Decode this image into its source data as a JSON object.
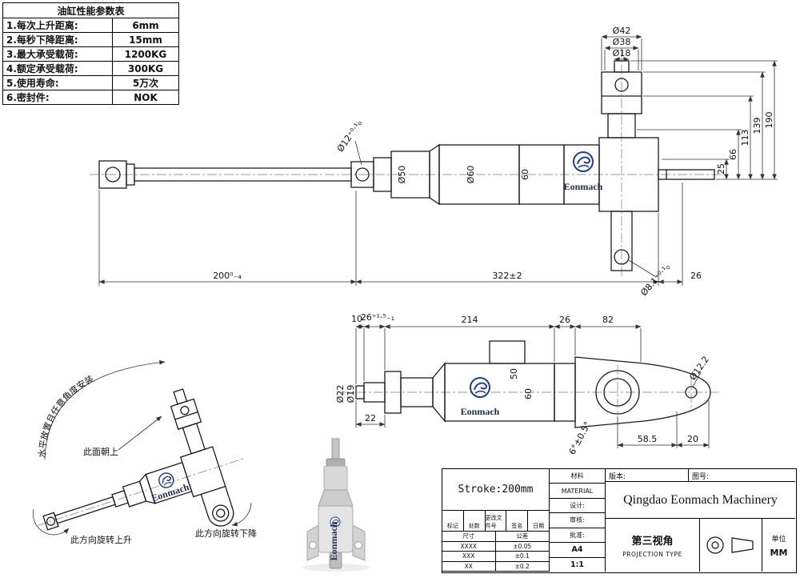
{
  "param_table": {
    "title": "油缸性能参数表",
    "rows": [
      {
        "label": "1.每次上升距离:",
        "value": "6mm"
      },
      {
        "label": "2.每秒下降距离:",
        "value": "15mm"
      },
      {
        "label": "3.最大承受载荷:",
        "value": "1200KG"
      },
      {
        "label": "4.额定承受载荷:",
        "value": "300KG"
      },
      {
        "label": "5.使用寿命:",
        "value": "5万次"
      },
      {
        "label": "6.密封件:",
        "value": "NOK"
      }
    ]
  },
  "logo": {
    "name": "Eonmach"
  },
  "main_view": {
    "top_dims": [
      "Ø42",
      "Ø38",
      "Ø18"
    ],
    "right_dims": [
      "25",
      "66",
      "113",
      "139",
      "190"
    ],
    "bottom_dims": [
      "200⁰₋₄",
      "322±2",
      "26"
    ],
    "body_labels": [
      "Ø50",
      "Ø60",
      "60"
    ],
    "rod_label": "Ø12⁺⁰·¹₀",
    "hole_label": "Ø8.1⁺⁰·¹₀"
  },
  "second_view": {
    "top_dims": [
      "10",
      "26⁺¹·⁵₋₁",
      "214",
      "26",
      "82"
    ],
    "left_labels": [
      "Ø22",
      "Ø19"
    ],
    "bottom_dims": [
      "22",
      "58.5",
      "20"
    ],
    "body_labels": [
      "50",
      "60"
    ],
    "pin_label": "Ø12.2",
    "angle_label": "6°±0.5°"
  },
  "tilted_view": {
    "arc_note": "水平放置且任意角度安装",
    "face_note": "此面朝上",
    "up_note": "此方向旋转上升",
    "down_note": "此方向旋转下降"
  },
  "title_block": {
    "stroke": "Stroke:200mm",
    "material_cn": "材料",
    "material_en": "MATERIAL",
    "mid_rows": [
      "设计:",
      "审核:",
      "批准:"
    ],
    "sheet_size": "A4",
    "scale": "1:1",
    "version_label": "版本:",
    "drawing_no_label": "图号:",
    "company": "Qingdao Eonmach Machinery",
    "projection_cn": "第三视角",
    "projection_en": "PROJECTION TYPE",
    "unit_label": "单位",
    "unit_value": "MM",
    "revision_cols": [
      "标记",
      "处数",
      "更改文件号",
      "签名",
      "日期"
    ],
    "tolerance": {
      "header": [
        "尺寸",
        "公差"
      ],
      "rows": [
        [
          "XXXX",
          "±0.05"
        ],
        [
          "XXX",
          "±0.1"
        ],
        [
          "XX",
          "±0.2"
        ]
      ]
    }
  }
}
